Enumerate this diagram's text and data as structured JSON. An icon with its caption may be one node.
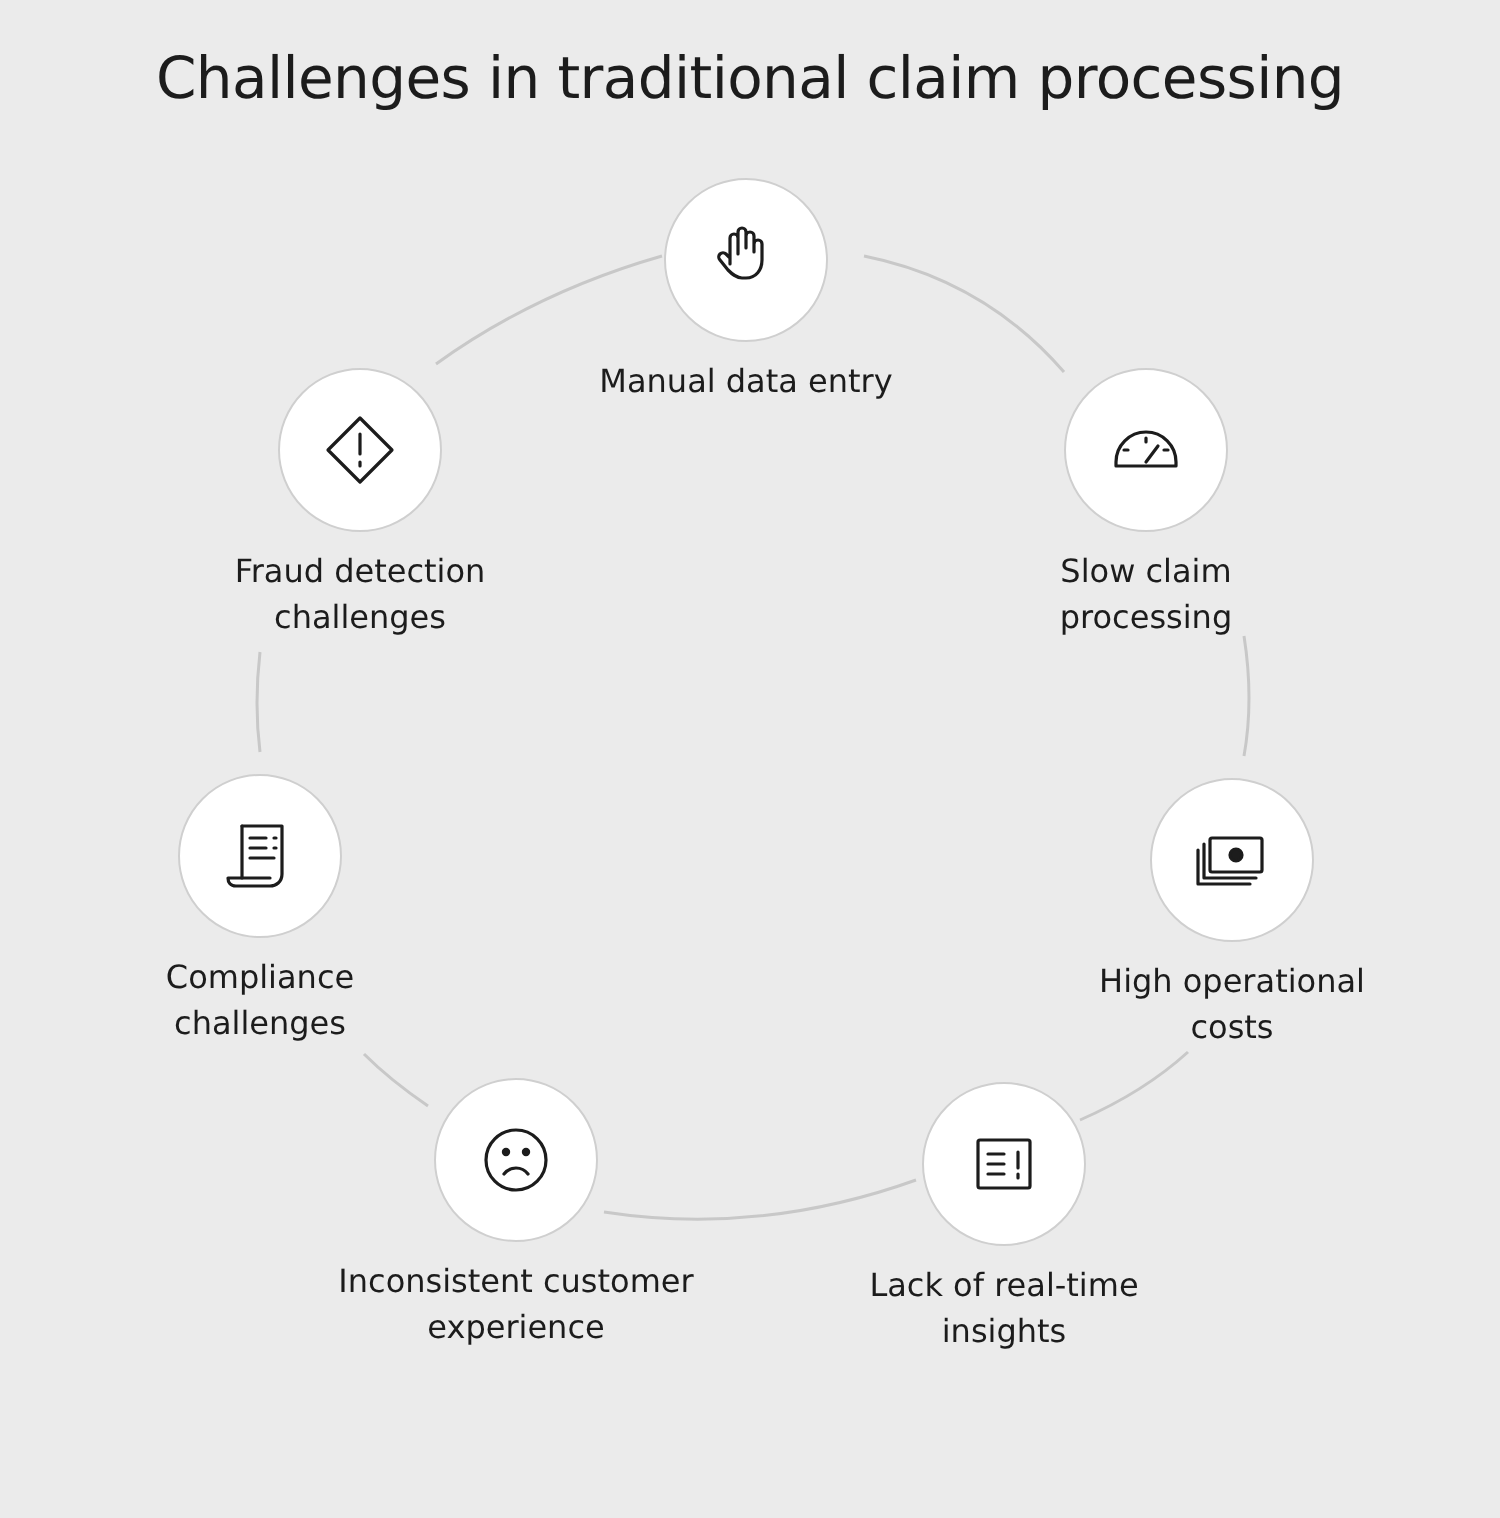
{
  "diagram": {
    "title": "Challenges in traditional claim processing",
    "nodes": [
      {
        "text": [
          "Manual data entry"
        ]
      },
      {
        "text": [
          "Slow claim processing"
        ]
      },
      {
        "text": [
          "High operational costs"
        ]
      },
      {
        "text": [
          "Lack of real-time insights"
        ]
      },
      {
        "text": [
          "Inconsistent customer experience"
        ]
      },
      {
        "text": [
          "Compliance challenges"
        ]
      },
      {
        "text": [
          "Fraud detection challenges"
        ]
      }
    ],
    "edges": [
      {
        "from": 0,
        "to": 1,
        "arrow": "none"
      },
      {
        "from": 1,
        "to": 2,
        "arrow": "none"
      },
      {
        "from": 2,
        "to": 3,
        "arrow": "none"
      },
      {
        "from": 3,
        "to": 4,
        "arrow": "none"
      },
      {
        "from": 4,
        "to": 5,
        "arrow": "none"
      },
      {
        "from": 5,
        "to": 6,
        "arrow": "none"
      },
      {
        "from": 6,
        "to": 0,
        "arrow": "none"
      }
    ]
  }
}
